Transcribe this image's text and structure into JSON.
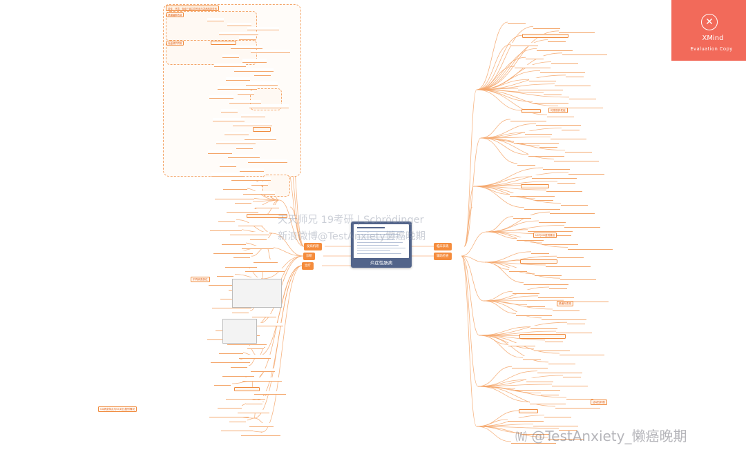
{
  "central": {
    "label": "炎症性肠病"
  },
  "branches": {
    "left": [
      "发病机理",
      "诊断",
      "治疗"
    ],
    "right": [
      "临床表现",
      "辅助检查"
    ]
  },
  "callouts": {
    "right_1": "可发现并发症",
    "right_2": "UC与CD鉴别要点",
    "right_3": "肠道外表现",
    "right_4": "活动性判断",
    "left_1": "不同病变部位",
    "left_2": "CD病变特点与UC对比鉴别情况"
  },
  "cloud_label": "遗传、环境、免疫三者共同作用与发病机制关系",
  "top_left_notes": [
    "肠道菌群改变",
    "免疫调节异常"
  ],
  "watermark": {
    "line1": "天天师兄 19考研 | Schrödinger",
    "line2": "新浪微博@TestAnxiety懒癌晚期"
  },
  "watermark_bottom": {
    "glyph": "🄦",
    "text": "@TestAnxiety_懒癌晚期"
  },
  "badge": {
    "brand": "XMind",
    "subtitle": "Evaluation Copy",
    "glyph": "✕"
  },
  "colors": {
    "accent": "#f58c3c",
    "connector": "#f4a66a",
    "central": "#52648a",
    "badge": "#f26a5a"
  }
}
